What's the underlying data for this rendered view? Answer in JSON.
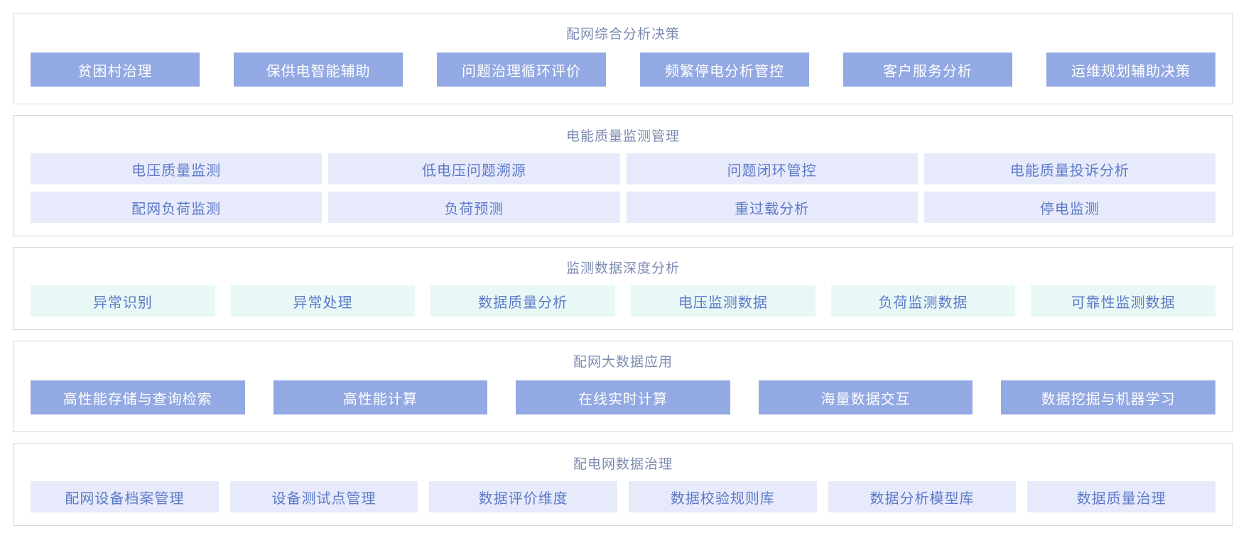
{
  "page": {
    "background": "#ffffff",
    "colors": {
      "panel_border": "#d7d7d7",
      "section_title_text": "#7e8cb2",
      "solid_button_bg": "#93a9e3",
      "solid_button_text": "#ffffff",
      "lavender_button_bg": "#e7eafb",
      "teal_button_bg": "#e8f8f6",
      "light_button_text": "#5d7ac9"
    }
  },
  "sections": [
    {
      "title": "配网综合分析决策",
      "style": "solid",
      "rows": [
        [
          "贫困村治理",
          "保供电智能辅助",
          "问题治理循环评价",
          "频繁停电分析管控",
          "客户服务分析",
          "运维规划辅助决策"
        ]
      ]
    },
    {
      "title": "电能质量监测管理",
      "style": "lavender",
      "rows": [
        [
          "电压质量监测",
          "低电压问题溯源",
          "问题闭环管控",
          "电能质量投诉分析"
        ],
        [
          "配网负荷监测",
          "负荷预测",
          "重过载分析",
          "停电监测"
        ]
      ]
    },
    {
      "title": "监测数据深度分析",
      "style": "teal",
      "rows": [
        [
          "异常识别",
          "异常处理",
          "数据质量分析",
          "电压监测数据",
          "负荷监测数据",
          "可靠性监测数据"
        ]
      ]
    },
    {
      "title": "配网大数据应用",
      "style": "solid",
      "rows": [
        [
          "高性能存储与查询检索",
          "高性能计算",
          "在线实时计算",
          "海量数据交互",
          "数据挖掘与机器学习"
        ]
      ]
    },
    {
      "title": "配电网数据治理",
      "style": "lavender",
      "rows": [
        [
          "配网设备档案管理",
          "设备测试点管理",
          "数据评价维度",
          "数据校验规则库",
          "数据分析模型库",
          "数据质量治理"
        ]
      ]
    }
  ]
}
